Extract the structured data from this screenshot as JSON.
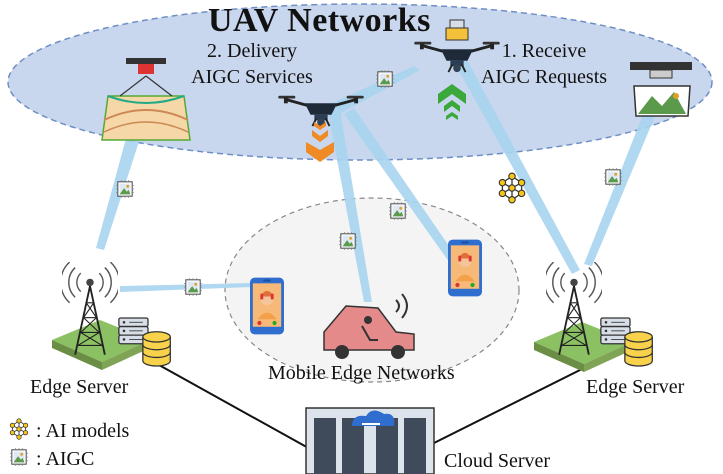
{
  "title": "UAV Networks",
  "step_deliver": {
    "line1": "2. Delivery",
    "line2": "AIGC Services"
  },
  "step_receive": {
    "line1": "1. Receive",
    "line2": "AIGC Requests"
  },
  "nodes": {
    "edge_left": "Edge Server",
    "edge_right": "Edge Server",
    "mobile": "Mobile Edge Networks",
    "cloud": "Cloud Server"
  },
  "legend": [
    {
      "icon": "ai-model-icon",
      "label": ": AI models"
    },
    {
      "icon": "aigc-image-icon",
      "label": ": AIGC"
    }
  ],
  "colors": {
    "uav_region_fill": "#c9d7ee",
    "uav_region_border": "#6f8fc4",
    "beam": "#a8d4f0",
    "deliver_arrow": "#f08a24",
    "receive_arrow": "#3aa83a",
    "phone": "#2f6ecf",
    "car": "#e58a8a"
  }
}
